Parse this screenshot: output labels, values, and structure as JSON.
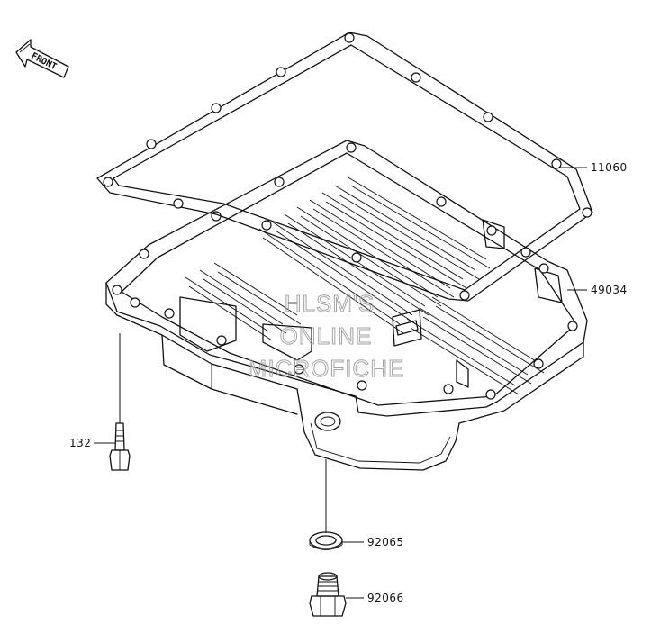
{
  "front_arrow": {
    "label": "FRONT",
    "icon": "front-arrow-icon"
  },
  "watermark": {
    "line1": "HLSM'S",
    "line2": "ONLINE",
    "line3": "MICROFICHE"
  },
  "parts": [
    {
      "number": "11060"
    },
    {
      "number": "49034"
    },
    {
      "number": "132"
    },
    {
      "number": "92065"
    },
    {
      "number": "92066"
    }
  ]
}
